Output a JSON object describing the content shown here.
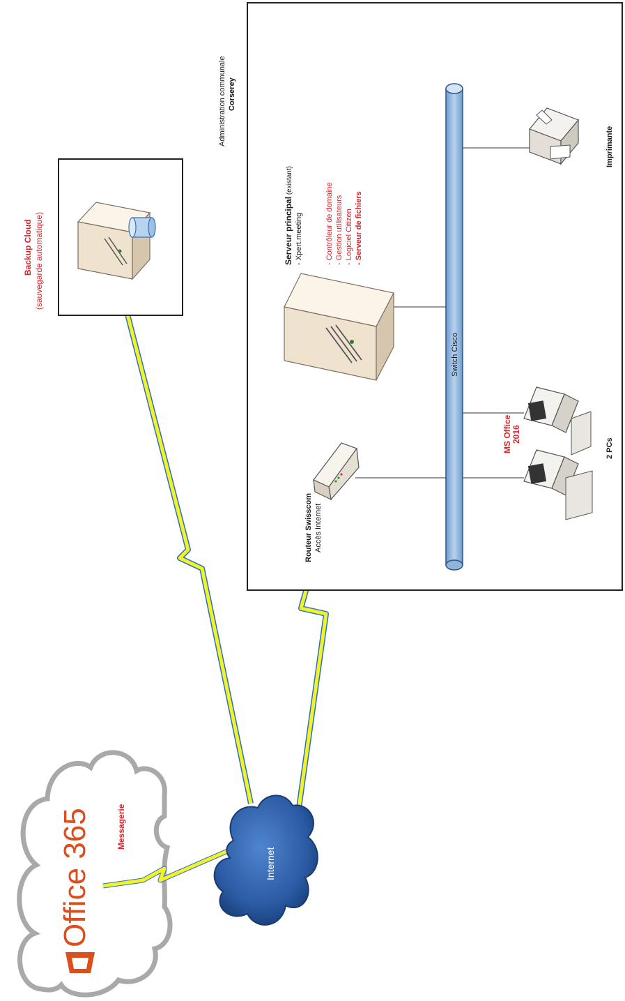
{
  "colors": {
    "red_text": "#d9252b",
    "office_orange": "#dc4e1c",
    "cloud_gray": "#a9a9a9",
    "internet_blue": "#2c5fa8",
    "switch_blue": "#8fb4dc",
    "lightning_yellow": "#f2f226",
    "link_blue": "#2a6fc9",
    "border": "#222222"
  },
  "office365": {
    "text": "Office 365",
    "caption": "Messagerie"
  },
  "internet": {
    "label": "Internet"
  },
  "backup": {
    "title": "Backup Cloud",
    "subtitle": "(sauvegarde automatique)"
  },
  "admin": {
    "title_line1": "Administration communale",
    "title_line2": "Corserey"
  },
  "server": {
    "title": "Serveur principal",
    "title_suffix": " (existant)",
    "items_black": [
      "- Xpert.meeting"
    ],
    "items_red": [
      "- Contrôleur de domaine",
      "- Gestion utilisateurs",
      "- Logiciel Citizen",
      "- Serveur de fichiers"
    ]
  },
  "switch": {
    "label": "Switch Cisco"
  },
  "router": {
    "line1": "Routeur Swisscom",
    "line2": "Accès Internet"
  },
  "pcs": {
    "caption_line1": "MS Office",
    "caption_line2": "2016",
    "count_label": "2 PCs"
  },
  "printer": {
    "label": "Imprimante"
  }
}
